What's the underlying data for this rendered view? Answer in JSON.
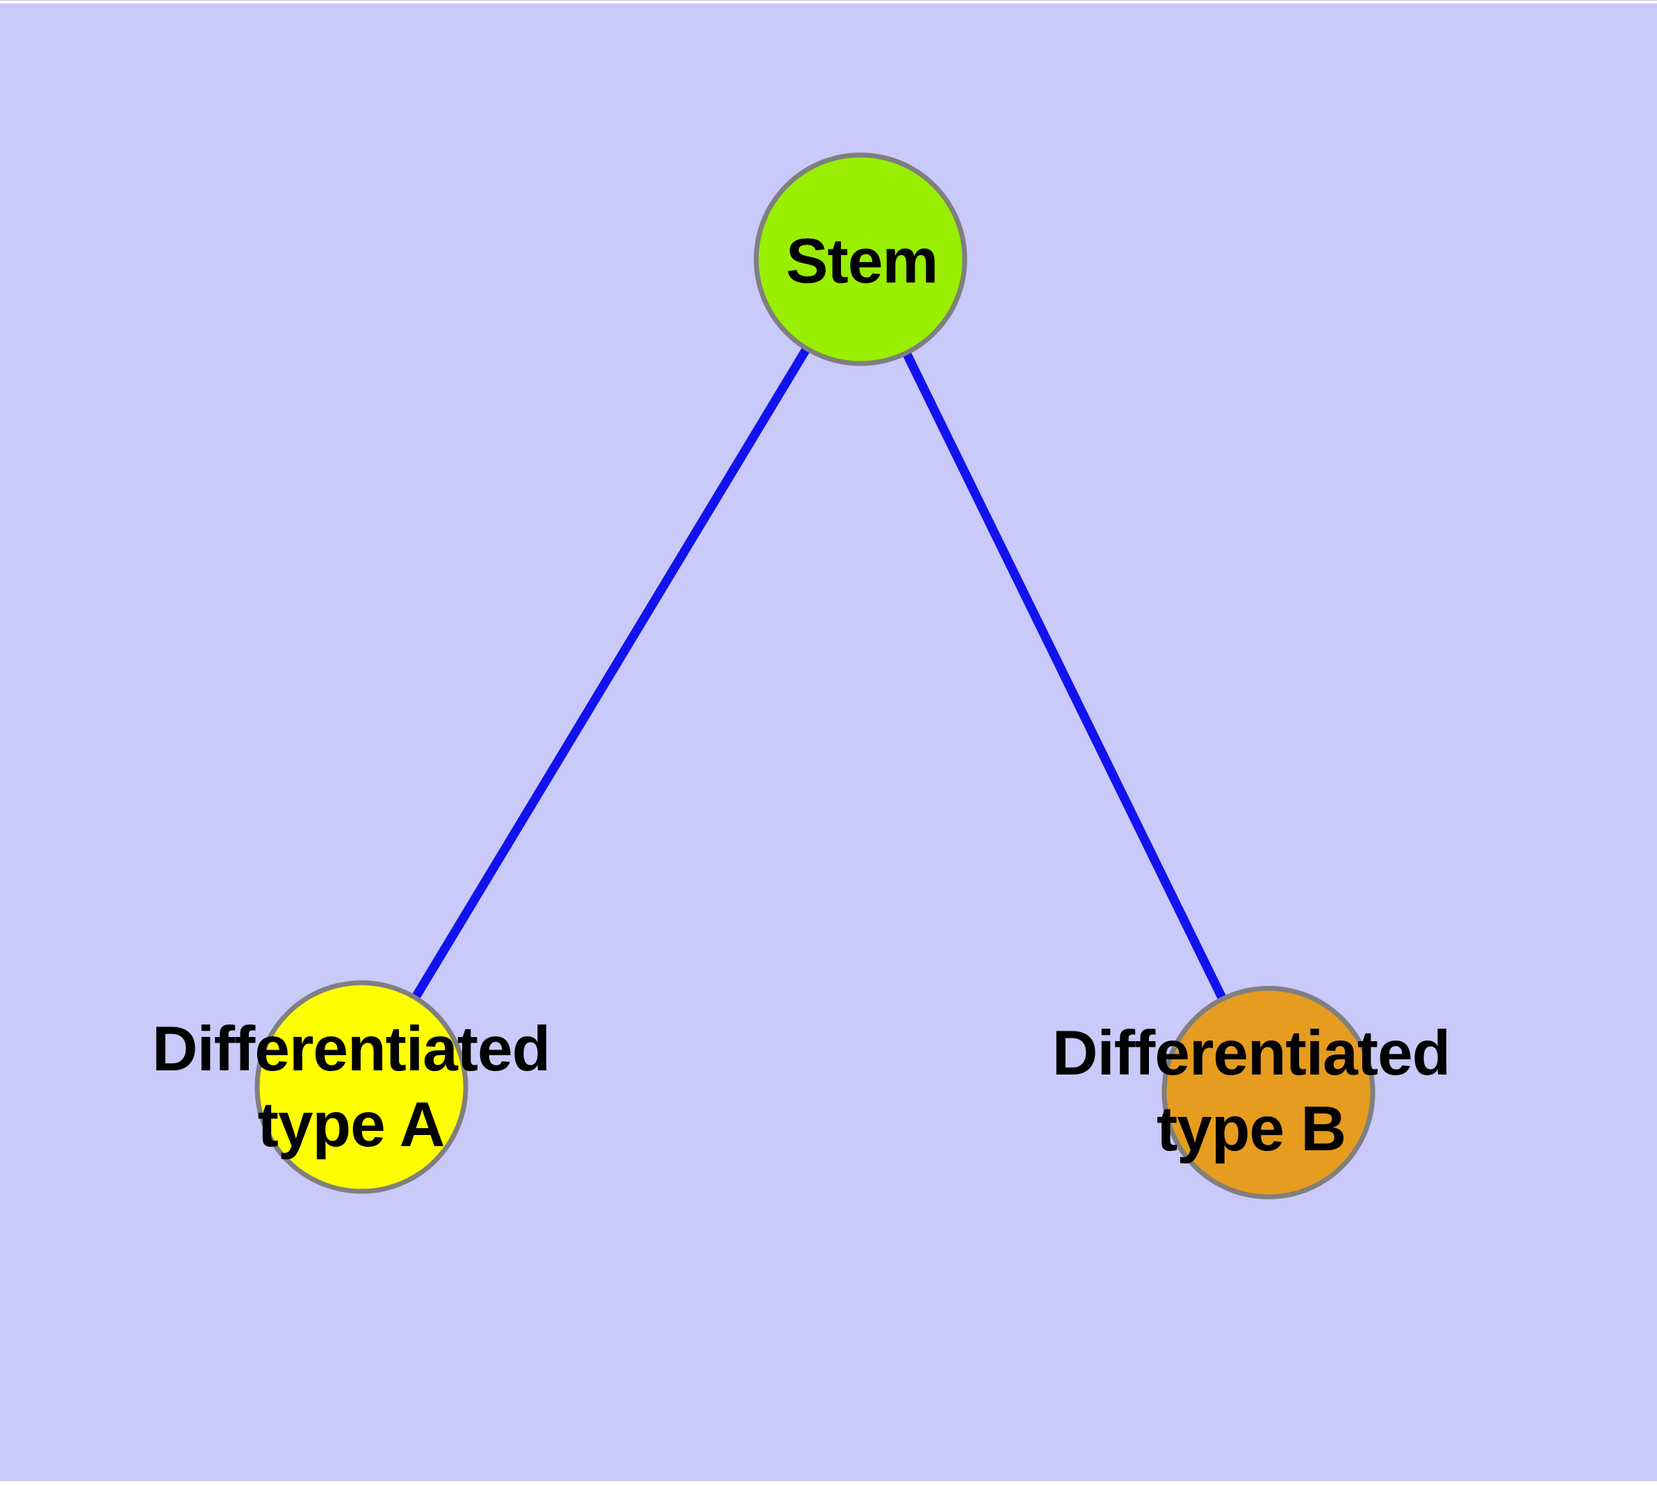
{
  "diagram": {
    "type": "node-link-graph",
    "title": "",
    "colors": {
      "background": "#c9c9fa",
      "edge": "#1212ee",
      "node_border": "#7f7f7f",
      "label_text": "#000000",
      "top_edge_strip": "#ffffff",
      "bottom_edge_strip": "#ffffff"
    },
    "nodes": [
      {
        "label": "Stem",
        "label_lines": [
          "Stem"
        ],
        "color": "#9aee00"
      },
      {
        "label": "Differentiated type A",
        "label_lines": [
          "Differentiated",
          "type A"
        ],
        "color": "#ffff00"
      },
      {
        "label": "Differentiated type B",
        "label_lines": [
          "Differentiated",
          "type B"
        ],
        "color": "#e69c1e"
      }
    ],
    "edges": [
      {
        "from": "Stem",
        "to": "Differentiated type A"
      },
      {
        "from": "Stem",
        "to": "Differentiated type B"
      }
    ]
  }
}
